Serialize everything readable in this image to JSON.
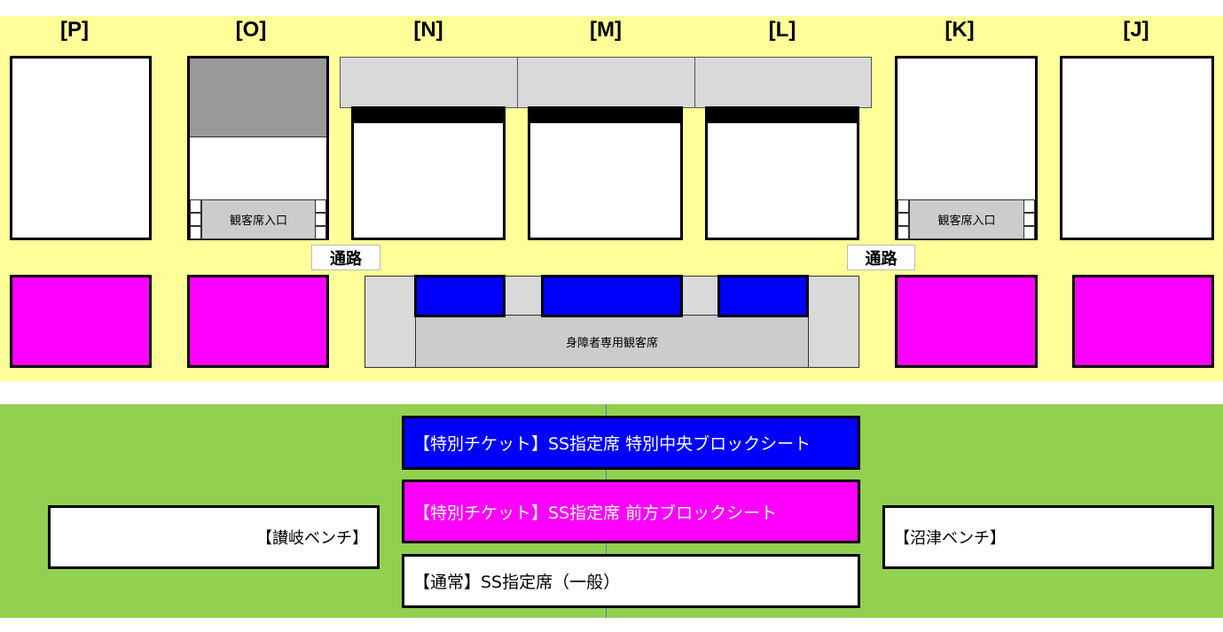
{
  "blocks": [
    "[P]",
    "[O]",
    "[N]",
    "[M]",
    "[L]",
    "[K]",
    "[J]"
  ],
  "entrance": "観客席入口",
  "aisle": "通路",
  "wheelchair": "身障者専用観客席",
  "legend": {
    "blue": "【特別チケット】SS指定席 特別中央ブロックシート",
    "magenta": "【特別チケット】SS指定席 前方ブロックシート",
    "normal": "【通常】SS指定席（一般）",
    "sanuki": "【讃岐ベンチ】",
    "numazu": "【沼津ベンチ】"
  },
  "colors": {
    "yellow": "#ffff99",
    "green": "#92d050",
    "blue": "#0000ff",
    "magenta": "#ff00ff"
  }
}
